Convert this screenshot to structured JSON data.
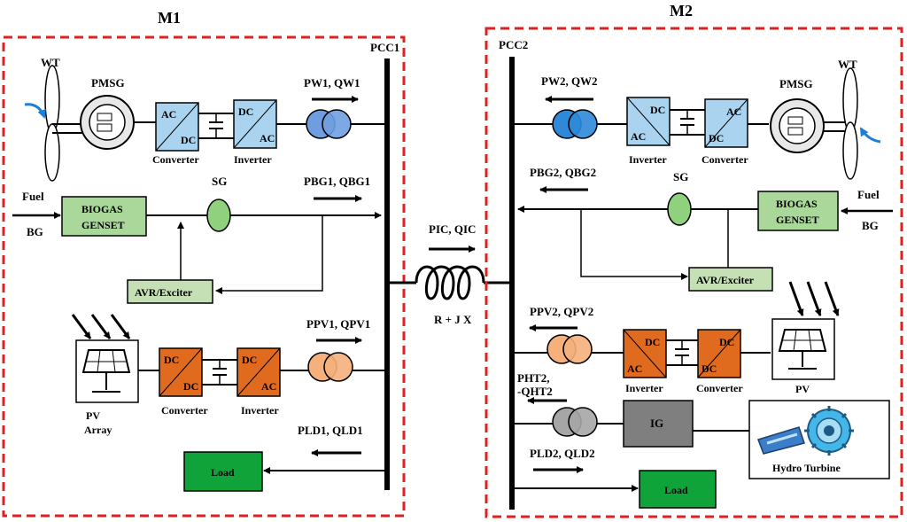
{
  "microgrids": {
    "m1": {
      "title": "M1",
      "pcc": "PCC1",
      "wt": "WT",
      "pmsg": "PMSG",
      "converter_label": "Converter",
      "inverter_label": "Inverter",
      "conv_top": "AC",
      "conv_bottom": "DC",
      "inv_top": "DC",
      "inv_bottom": "AC",
      "wind_flow": "PW1, QW1",
      "fuel": "Fuel",
      "bg": "BG",
      "genset_line1": "BIOGAS",
      "genset_line2": "GENSET",
      "sg": "SG",
      "biogas_flow": "PBG1, QBG1",
      "avr": "AVR/Exciter",
      "pv_line1": "PV",
      "pv_line2": "Array",
      "pv_conv_label": "Converter",
      "pv_inv_label": "Inverter",
      "pv_conv_top": "DC",
      "pv_conv_bottom": "DC",
      "pv_inv_top": "DC",
      "pv_inv_bottom": "AC",
      "pv_flow": "PPV1, QPV1",
      "load_flow": "PLD1, QLD1",
      "load": "Load"
    },
    "m2": {
      "title": "M2",
      "pcc": "PCC2",
      "wt": "WT",
      "pmsg": "PMSG",
      "inverter_label": "Inverter",
      "converter_label": "Converter",
      "inv_top": "DC",
      "inv_bottom": "AC",
      "conv_top": "AC",
      "conv_bottom": "DC",
      "wind_flow": "PW2, QW2",
      "biogas_flow": "PBG2, QBG2",
      "sg": "SG",
      "genset_line1": "BIOGAS",
      "genset_line2": "GENSET",
      "fuel": "Fuel",
      "bg": "BG",
      "avr": "AVR/Exciter",
      "pv_flow": "PPV2, QPV2",
      "pv_inv_label": "Inverter",
      "pv_conv_label": "Converter",
      "pv_inv_top": "DC",
      "pv_inv_bottom": "AC",
      "pv_conv_top": "DC",
      "pv_conv_bottom": "DC",
      "pv": "PV",
      "hydro_flow_line1": "PHT2,",
      "hydro_flow_line2": "-QHT2",
      "ig": "IG",
      "hydro": "Hydro Turbine",
      "load_flow": "PLD2, QLD2",
      "load": "Load"
    }
  },
  "interconnect": {
    "flow": "PIC, QIC",
    "impedance": "R + J X"
  },
  "colors": {
    "border": "#e02020",
    "converter_blue": "#a9d3ee",
    "converter_orange": "#e06a1e",
    "genset_green": "#a9d89a",
    "avr_green": "#c5e0b4",
    "load_green": "#0fa33a",
    "wind_tx": "#6f9ee0",
    "wind_tx2": "#2e8ad8",
    "pv_tx": "#f5b07c",
    "hydro_tx": "#a6a6a6",
    "ig_gray": "#7f7f7f",
    "sg_green": "#8fd17c"
  }
}
